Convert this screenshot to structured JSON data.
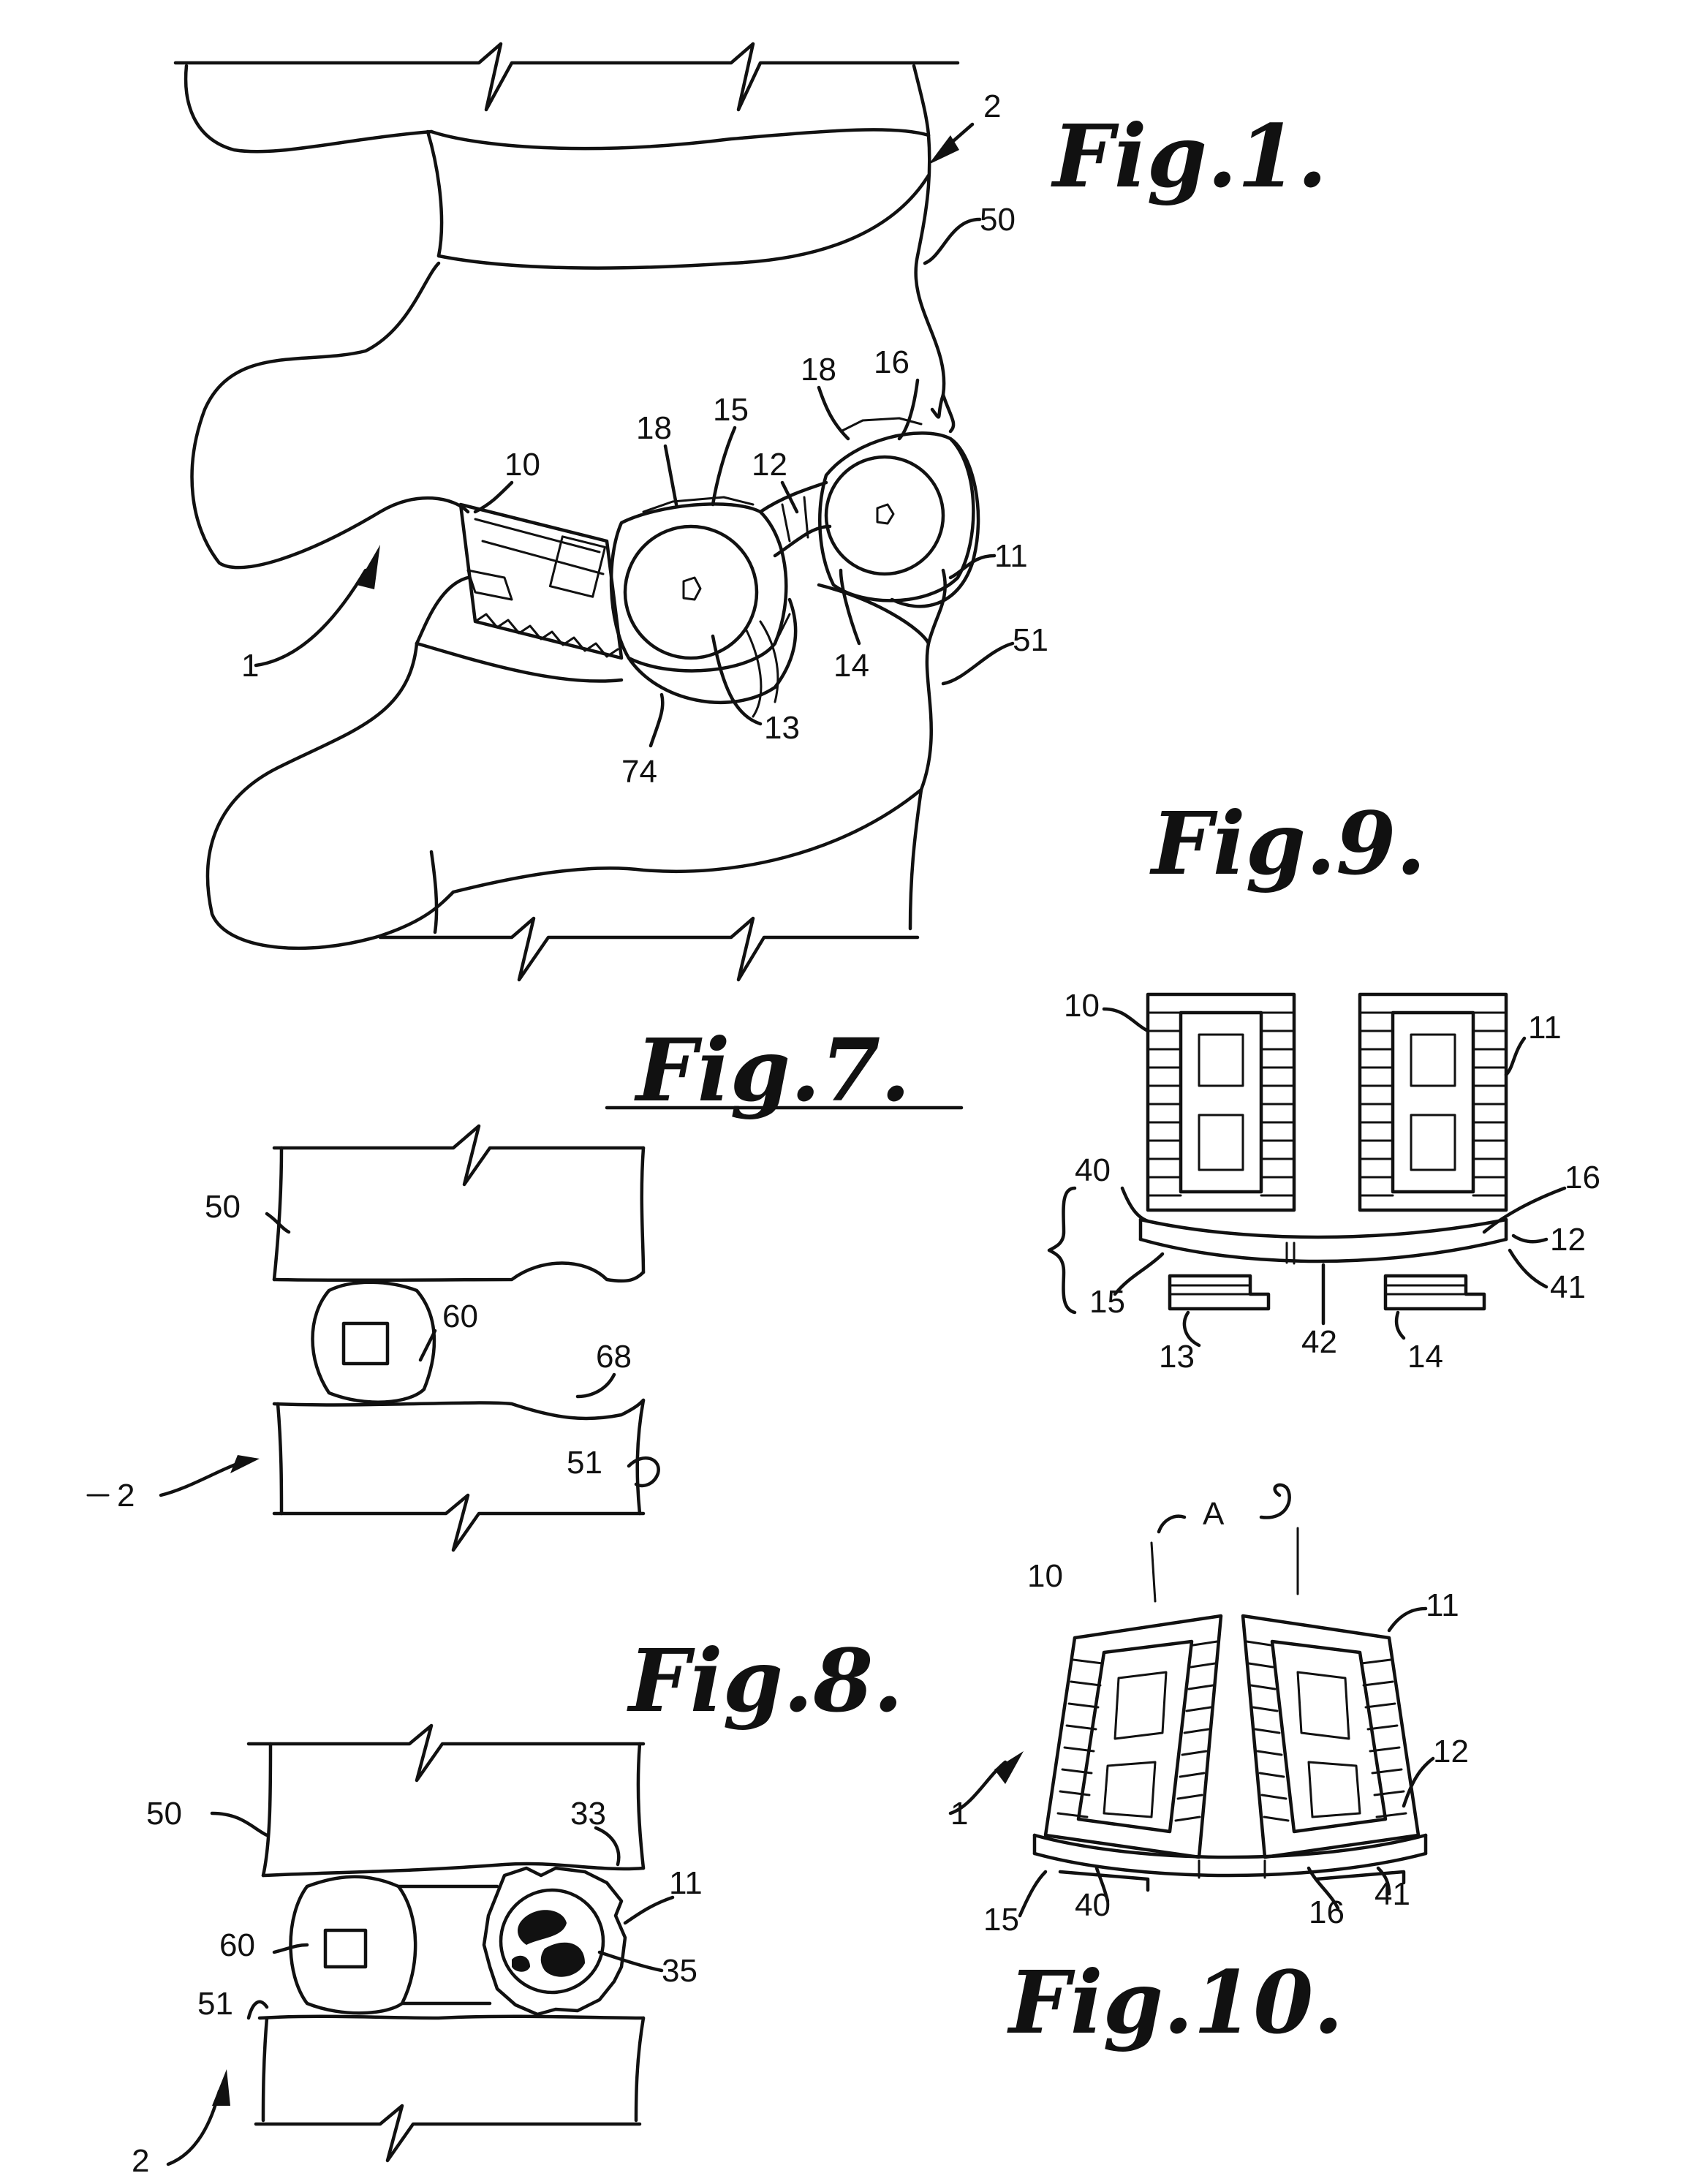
{
  "figures": {
    "fig1": {
      "title": "Fig.1.",
      "refs": [
        "2",
        "50",
        "18",
        "16",
        "15",
        "18",
        "12",
        "10",
        "11",
        "1",
        "51",
        "14",
        "13",
        "74"
      ]
    },
    "fig9": {
      "title": "Fig.9.",
      "refs": [
        "10",
        "11",
        "40",
        "16",
        "12",
        "15",
        "41",
        "42",
        "13",
        "14"
      ]
    },
    "fig7": {
      "title": "Fig.7.",
      "refs": [
        "50",
        "60",
        "68",
        "51",
        "2"
      ]
    },
    "fig8": {
      "title": "Fig.8.",
      "refs": [
        "50",
        "33",
        "11",
        "60",
        "35",
        "51",
        "2"
      ]
    },
    "fig10": {
      "title": "Fig.10.",
      "refs": [
        "A",
        "10",
        "11",
        "1",
        "12",
        "15",
        "40",
        "16",
        "41"
      ]
    }
  }
}
